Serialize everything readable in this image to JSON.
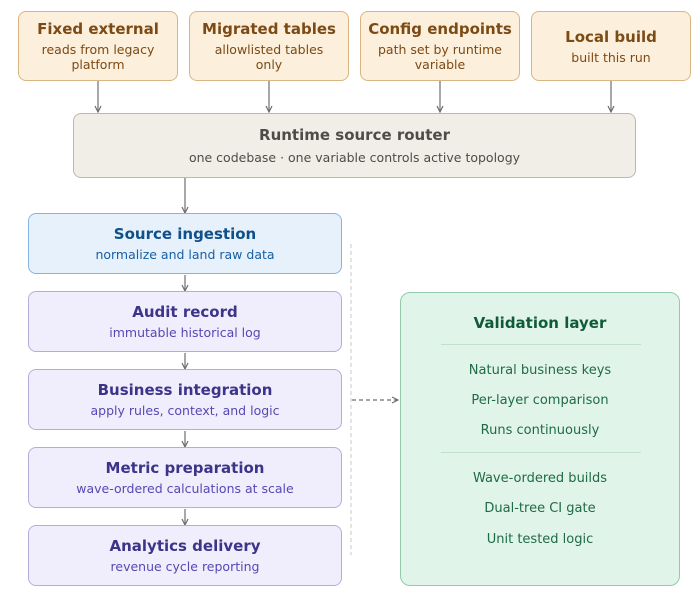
{
  "sources": [
    {
      "title": "Fixed external",
      "subtitle": "reads from legacy platform"
    },
    {
      "title": "Migrated tables",
      "subtitle": "allowlisted tables only"
    },
    {
      "title": "Config endpoints",
      "subtitle": "path set by runtime variable"
    },
    {
      "title": "Local build",
      "subtitle": "built this run"
    }
  ],
  "router": {
    "title": "Runtime source router",
    "subtitle": "one codebase · one variable controls active topology"
  },
  "layers": [
    {
      "title": "Source ingestion",
      "subtitle": "normalize and land raw data"
    },
    {
      "title": "Audit record",
      "subtitle": "immutable historical log"
    },
    {
      "title": "Business integration",
      "subtitle": "apply rules, context, and logic"
    },
    {
      "title": "Metric preparation",
      "subtitle": "wave-ordered calculations at scale"
    },
    {
      "title": "Analytics delivery",
      "subtitle": "revenue cycle reporting"
    }
  ],
  "validation": {
    "title": "Validation layer",
    "group1": [
      "Natural business keys",
      "Per-layer comparison",
      "Runs continuously"
    ],
    "group2": [
      "Wave-ordered builds",
      "Dual-tree CI gate",
      "Unit tested logic"
    ]
  },
  "colors": {
    "source_fill": "#fcefdc",
    "source_border": "#d9b583",
    "router_fill": "#f1eee8",
    "ingest_fill": "#e6f1fb",
    "layer_fill": "#f0eefc",
    "validation_fill": "#e1f4ea",
    "arrow": "#6e6e6e"
  }
}
